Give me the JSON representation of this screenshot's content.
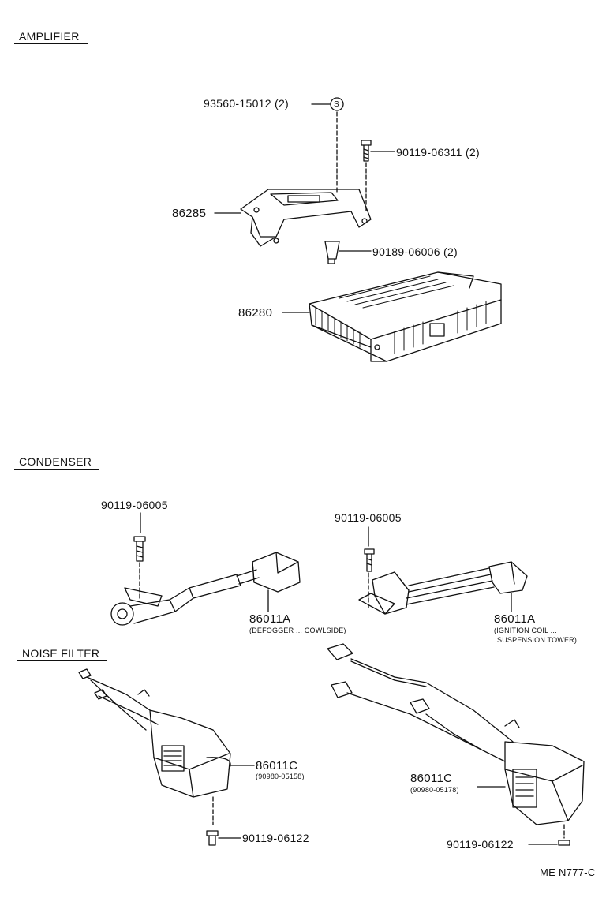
{
  "sections": {
    "amplifier": "AMPLIFIER",
    "condenser": "CONDENSER",
    "noise_filter": "NOISE FILTER"
  },
  "amplifier_parts": {
    "nut": "93560-15012 (2)",
    "nut_symbol": "S",
    "bolt": "90119-06311 (2)",
    "bracket": "86285",
    "clip": "90189-06006 (2)",
    "amplifier": "86280"
  },
  "condenser_parts": {
    "left_bolt": "90119-06005",
    "left_part": "86011A",
    "left_note": "(DEFOGGER ... COWLSIDE)",
    "right_bolt": "90119-06005",
    "right_part": "86011A",
    "right_note_1": "(IGNITION COIL ...",
    "right_note_2": "SUSPENSION TOWER)"
  },
  "noise_filter_parts": {
    "left_part": "86011C",
    "left_sub": "(90980-05158)",
    "left_bolt": "90119-06122",
    "right_part": "86011C",
    "right_sub": "(90980-05178)",
    "right_bolt": "90119-06122"
  },
  "diagram_code": "ME N777-C"
}
